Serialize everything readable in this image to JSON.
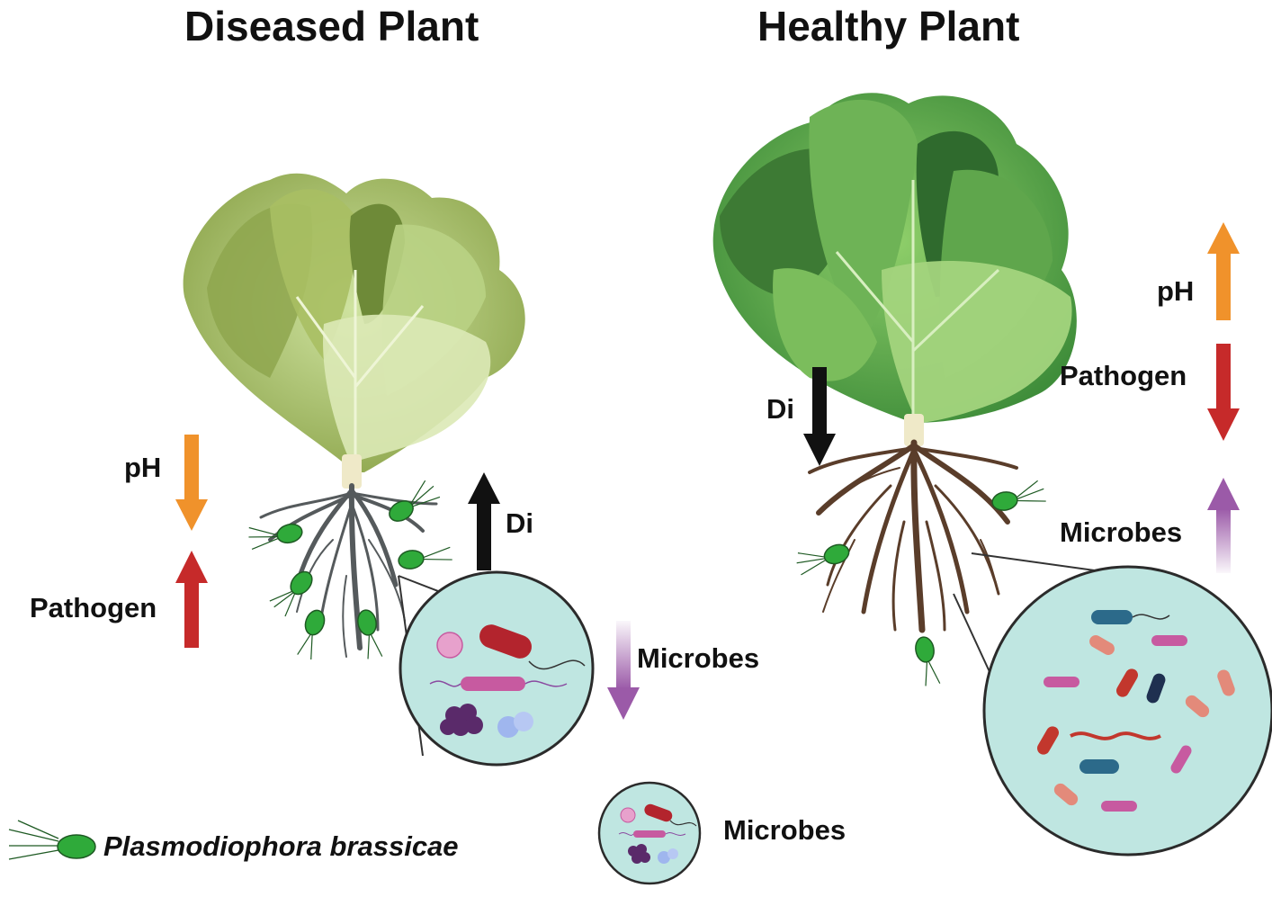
{
  "panels": {
    "diseased": {
      "title": "Diseased Plant",
      "labels": {
        "ph": "pH",
        "pathogen": "Pathogen",
        "di": "Di",
        "microbes": "Microbes"
      },
      "arrows": {
        "ph": "down",
        "pathogen": "up",
        "di": "up",
        "microbes": "down"
      }
    },
    "healthy": {
      "title": "Healthy Plant",
      "labels": {
        "ph": "pH",
        "pathogen": "Pathogen",
        "di": "Di",
        "microbes": "Microbes"
      },
      "arrows": {
        "ph": "up",
        "pathogen": "down",
        "di": "down",
        "microbes": "up"
      }
    }
  },
  "legend": {
    "pathogen_name": "Plasmodiophora brassicae",
    "microbes_label": "Microbes"
  },
  "colors": {
    "ph_arrow": "#f0922b",
    "pathogen_arrow": "#c62a2a",
    "di_arrow": "#111111",
    "microbes_arrow": "#9b5aa8",
    "pathogen_cell": "#2faa3a",
    "zoom_circle_fill": "#bfe6e1",
    "diseased_roots": "#555a5c",
    "healthy_roots": "#5a3d2a"
  }
}
